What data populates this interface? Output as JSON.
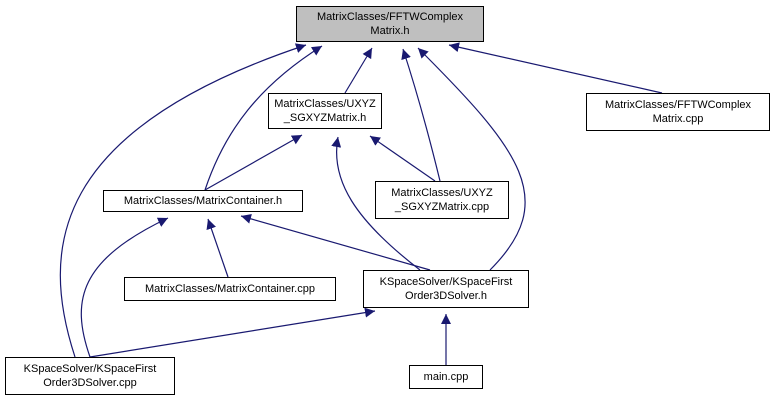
{
  "colors": {
    "edge": "#191970",
    "root_fill": "#bfbfbf",
    "node_fill": "#ffffff",
    "border": "#000000"
  },
  "nodes": {
    "fftw_h": {
      "label": "MatrixClasses/FFTWComplex\nMatrix.h"
    },
    "uxyz_h": {
      "label": "MatrixClasses/UXYZ\n_SGXYZMatrix.h"
    },
    "fftw_cpp": {
      "label": "MatrixClasses/FFTWComplex\nMatrix.cpp"
    },
    "container_h": {
      "label": "MatrixClasses/MatrixContainer.h"
    },
    "uxyz_cpp": {
      "label": "MatrixClasses/UXYZ\n_SGXYZMatrix.cpp"
    },
    "container_cpp": {
      "label": "MatrixClasses/MatrixContainer.cpp"
    },
    "solver_h": {
      "label": "KSpaceSolver/KSpaceFirst\nOrder3DSolver.h"
    },
    "solver_cpp": {
      "label": "KSpaceSolver/KSpaceFirst\nOrder3DSolver.cpp"
    },
    "main_cpp": {
      "label": "main.cpp"
    }
  },
  "edges": [
    {
      "from": "uxyz_h",
      "to": "fftw_h"
    },
    {
      "from": "fftw_cpp",
      "to": "fftw_h"
    },
    {
      "from": "container_h",
      "to": "fftw_h"
    },
    {
      "from": "uxyz_cpp",
      "to": "fftw_h"
    },
    {
      "from": "solver_h",
      "to": "fftw_h"
    },
    {
      "from": "solver_cpp",
      "to": "fftw_h"
    },
    {
      "from": "container_h",
      "to": "uxyz_h"
    },
    {
      "from": "uxyz_cpp",
      "to": "uxyz_h"
    },
    {
      "from": "solver_h",
      "to": "uxyz_h"
    },
    {
      "from": "container_cpp",
      "to": "container_h"
    },
    {
      "from": "solver_h",
      "to": "container_h"
    },
    {
      "from": "solver_cpp",
      "to": "container_h"
    },
    {
      "from": "solver_cpp",
      "to": "solver_h"
    },
    {
      "from": "main_cpp",
      "to": "solver_h"
    }
  ]
}
